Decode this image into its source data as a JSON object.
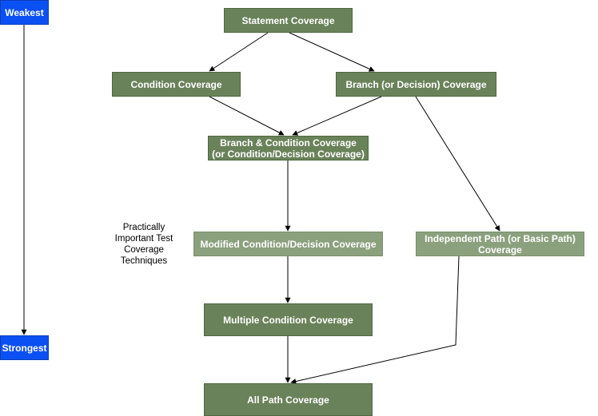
{
  "scale": {
    "weakest": "Weakest",
    "strongest": "Strongest"
  },
  "nodes": {
    "statement": "Statement Coverage",
    "condition": "Condition Coverage",
    "branch": "Branch (or Decision) Coverage",
    "branch_condition_line1": "Branch & Condition Coverage",
    "branch_condition_line2": "(or Condition/Decision Coverage)",
    "mcdc": "Modified Condition/Decision Coverage",
    "independent_path_line1": "Independent Path (or Basic Path)",
    "independent_path_line2": "Coverage",
    "multiple_condition": "Multiple Condition Coverage",
    "all_path": "All Path Coverage"
  },
  "note": {
    "line1": "Practically",
    "line2": "Important Test",
    "line3": "Coverage",
    "line4": "Techniques"
  },
  "colors": {
    "dark_node": "#6a825a",
    "light_node": "#8ba07d",
    "scale_box": "#0b50f2"
  }
}
